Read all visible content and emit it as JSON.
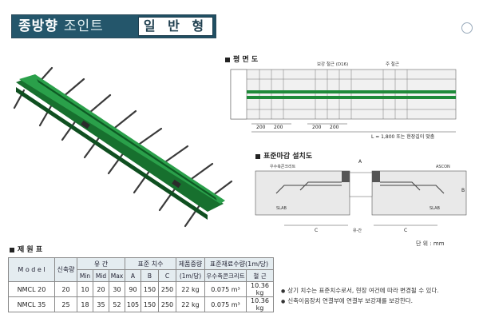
{
  "header": {
    "title_left_bold": "종방향",
    "title_left_thin": "조인트",
    "title_right": "일 반 형"
  },
  "sections": {
    "plan": "평 면 도",
    "install": "표준마감 설치도",
    "spec": "제 원 표"
  },
  "plan_view": {
    "rebar_label": "보강 철근 (D16)",
    "joint_label": "주 철근",
    "dims": [
      "200",
      "200",
      "200",
      "200"
    ],
    "length_note": "L = 1,800 또는 현장길이 맞춤"
  },
  "install_view": {
    "top_left": "우수축콘크리트",
    "top_right": "ASCON",
    "slab_left": "SLAB",
    "slab_right": "SLAB",
    "dim_a": "A",
    "dim_b": "B",
    "dim_c_left": "C",
    "dim_c_right": "C",
    "dim_center": "유-간"
  },
  "spec_table": {
    "unit": "단 위 : mm",
    "headers": {
      "model": "M o d e l",
      "stretch": "신축량",
      "gap": "유 간",
      "std_size": "표준 치수",
      "weight": "제품중량",
      "concrete": "표준재료수량(1m/당)",
      "weight_unit": "(1m/당)",
      "gap_sub": [
        "Min",
        "Mid",
        "Max"
      ],
      "size_sub": [
        "A",
        "B",
        "C"
      ],
      "concrete_sub": [
        "우수축콘크리트",
        "철 근"
      ]
    },
    "rows": [
      {
        "model": "NMCL 20",
        "stretch": "20",
        "min": "10",
        "mid": "20",
        "max": "30",
        "a": "90",
        "b": "150",
        "c": "250",
        "weight": "22 kg",
        "concrete": "0.075 m³",
        "rebar": "10.36 kg"
      },
      {
        "model": "NMCL 35",
        "stretch": "25",
        "min": "18",
        "mid": "35",
        "max": "52",
        "a": "105",
        "b": "150",
        "c": "250",
        "weight": "22 kg",
        "concrete": "0.075 m³",
        "rebar": "10.36 kg"
      }
    ]
  },
  "notes": [
    "상기 치수는 표준치수로서, 현장 여건에 따라 변경될 수 있다.",
    "신축이음장치 연결부에 연결부 보강재를 보강한다."
  ],
  "colors": {
    "joint_green": "#1f8a3a",
    "bar_gray": "#444444",
    "header_blue": "#24566b",
    "concrete": "#e9e9e9"
  }
}
